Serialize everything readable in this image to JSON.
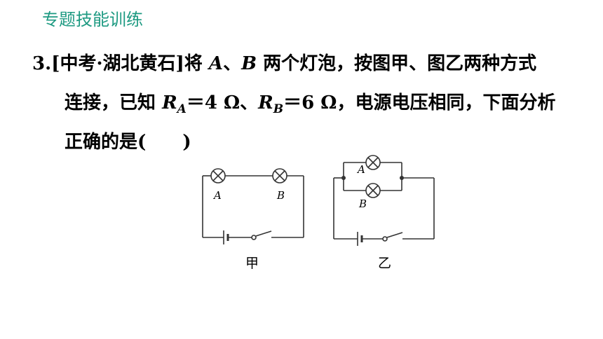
{
  "header": {
    "title": "专题技能训练"
  },
  "question": {
    "number": "3",
    "dot": ".",
    "source": "[中考·湖北黄石]",
    "t1": "将 ",
    "A": "A",
    "sep1": "、",
    "B": "B",
    "t2": " 两个灯泡，按图甲、图乙两种方式",
    "t3": "连接，已知 ",
    "R": "R",
    "eq_a": "＝4 Ω、",
    "eq_b": "＝6 Ω，电源电压相同，下面分析",
    "t4": "正确的是(",
    "t5": ")"
  },
  "figures": {
    "fig1": {
      "label_a": "A",
      "label_b": "B",
      "caption": "甲"
    },
    "fig2": {
      "label_a": "A",
      "label_b": "B",
      "caption": "乙"
    }
  },
  "colors": {
    "header": "#1e9a82",
    "text": "#000000",
    "line": "#333333"
  }
}
